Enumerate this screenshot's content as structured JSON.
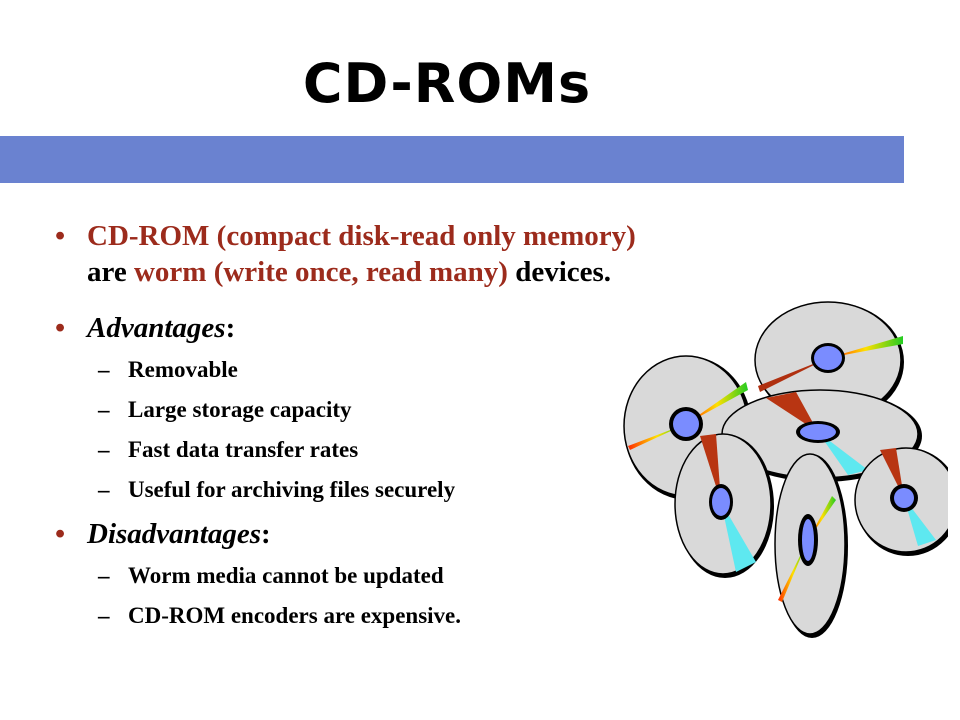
{
  "slide": {
    "title": "CD-ROMs",
    "accent_color": "#6a82d0",
    "highlight_color": "#9c2b1c",
    "bullets": [
      {
        "bullet": "•",
        "part1": "CD-ROM (compact disk-read only memory)",
        "part2": "are",
        "part3": "worm (write once, read many)",
        "part4": "devices."
      },
      {
        "bullet": "•",
        "heading": "Advantages",
        "colon": ":",
        "items": [
          {
            "dash": "–",
            "text": "Removable"
          },
          {
            "dash": "–",
            "text": "Large storage capacity"
          },
          {
            "dash": "–",
            "text": "Fast data transfer rates"
          },
          {
            "dash": "–",
            "text": "Useful for archiving files securely"
          }
        ]
      },
      {
        "bullet": "•",
        "heading": "Disadvantages",
        "colon": ":",
        "items": [
          {
            "dash": "–",
            "text": "Worm media cannot be updated"
          },
          {
            "dash": "–",
            "text": "CD-ROM encoders are expensive."
          }
        ]
      }
    ],
    "illustration_icon": "cd-stack-icon"
  }
}
